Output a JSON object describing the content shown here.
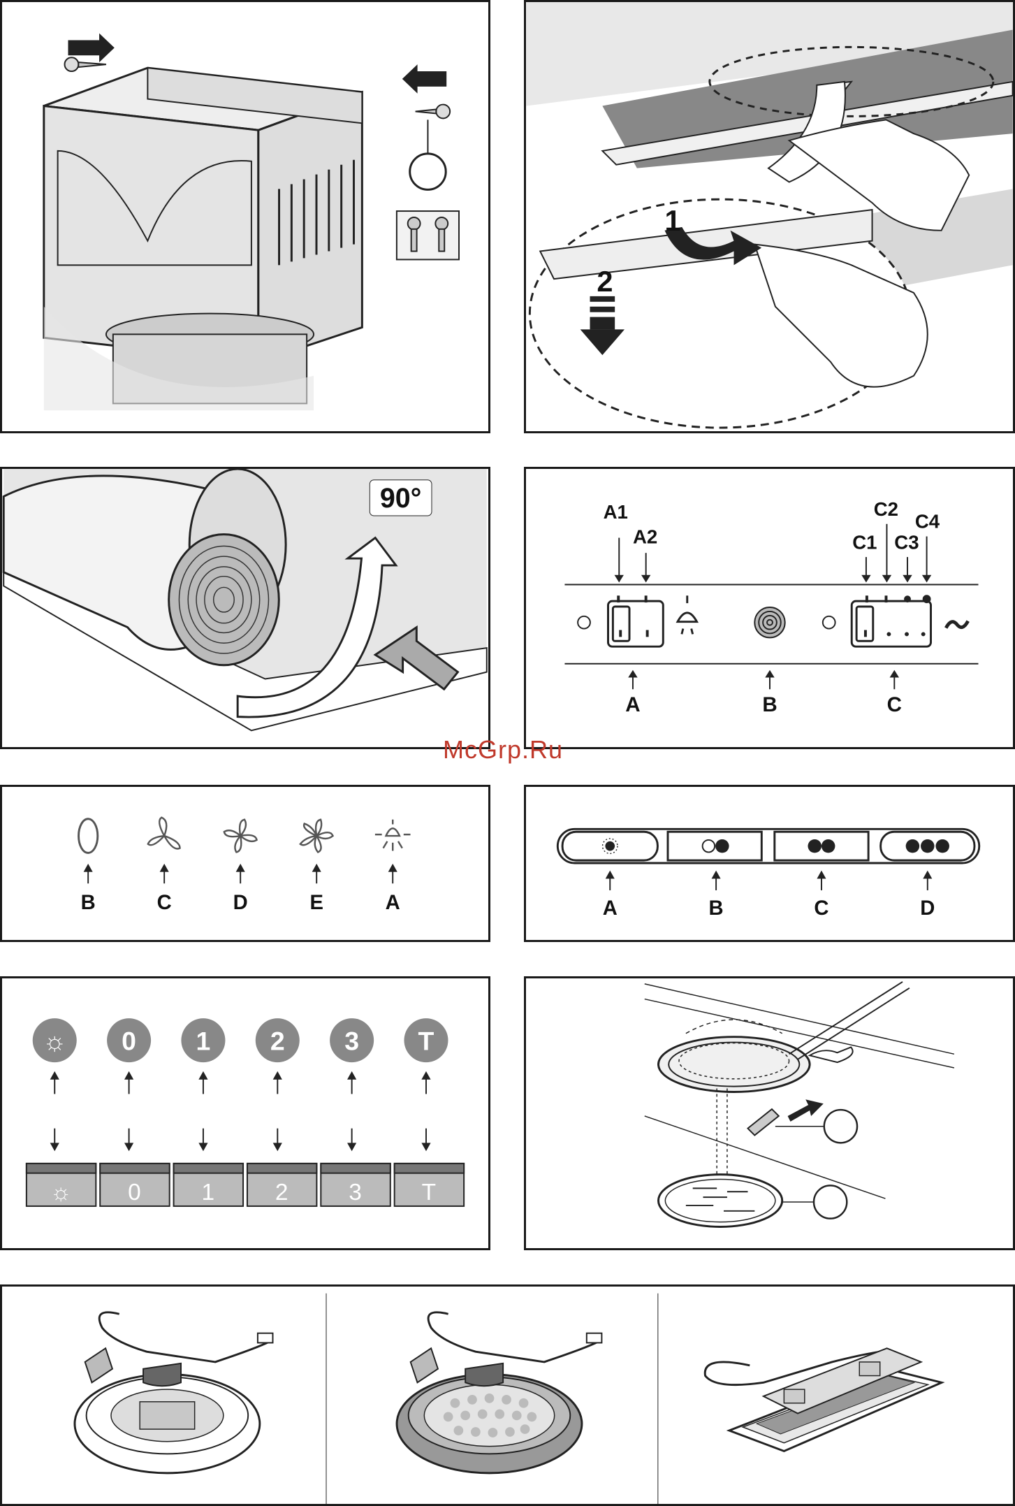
{
  "watermark": "McGrp.Ru",
  "panel_duct": {
    "icon": "screw-icon"
  },
  "panel_filter": {
    "step1": "1",
    "step2": "2"
  },
  "panel_rotate": {
    "angle": "90°"
  },
  "panel_switches": {
    "labels": {
      "a1": "A1",
      "a2": "A2",
      "c1": "C1",
      "c2": "C2",
      "c3": "C3",
      "c4": "C4",
      "a": "A",
      "b": "B",
      "c": "C"
    }
  },
  "panel_symbols": {
    "items": [
      {
        "icon": "zero-icon",
        "label": "B"
      },
      {
        "icon": "fan-3-blade-icon",
        "label": "C"
      },
      {
        "icon": "fan-4-blade-icon",
        "label": "D"
      },
      {
        "icon": "fan-5-blade-icon",
        "label": "E"
      },
      {
        "icon": "light-icon",
        "label": "A"
      }
    ]
  },
  "panel_buttons": {
    "items": [
      {
        "label": "A",
        "icon": "light-dot-icon"
      },
      {
        "label": "B",
        "icon": "one-dot-icon"
      },
      {
        "label": "C",
        "icon": "two-dots-icon"
      },
      {
        "label": "D",
        "icon": "three-dots-icon"
      }
    ]
  },
  "panel_keys": {
    "circles": [
      "☼",
      "0",
      "1",
      "2",
      "3",
      "T"
    ],
    "keys": [
      "☼",
      "0",
      "1",
      "2",
      "3",
      "T"
    ]
  },
  "panel_lamp": {
    "icon": "screwdriver-icon"
  },
  "panel_lights": {
    "icons": [
      "round-lamp-icon",
      "round-led-lamp-icon",
      "rectangular-led-lamp-icon"
    ]
  }
}
